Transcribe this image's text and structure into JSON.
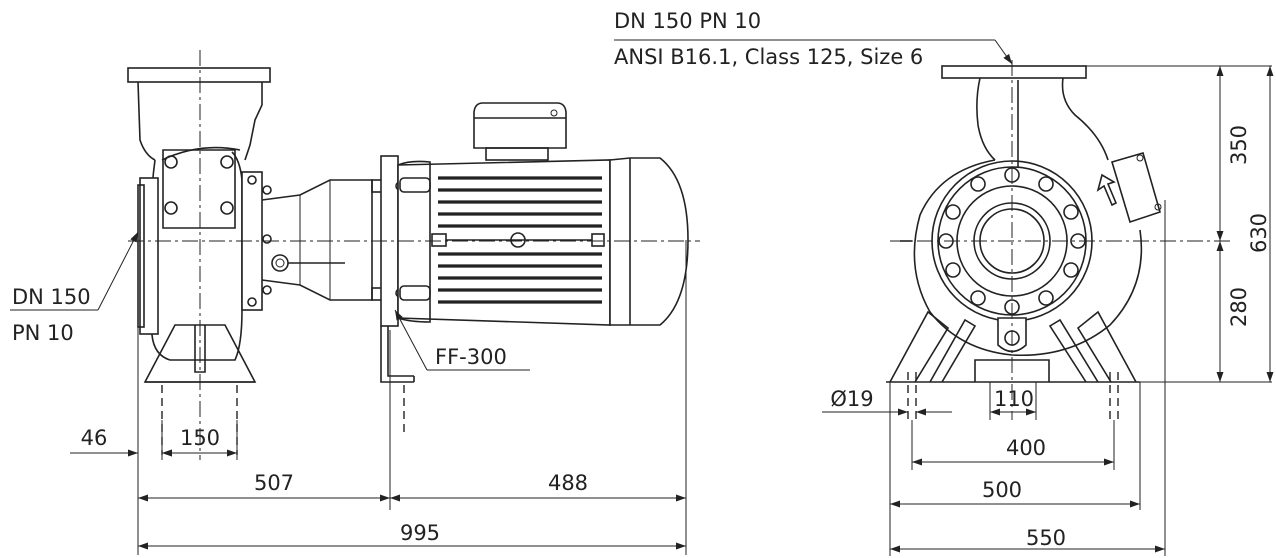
{
  "labels": {
    "top_flange_line1": "DN 150 PN 10",
    "top_flange_line2": "ANSI B16.1, Class 125, Size 6",
    "side_flange_line1": "DN 150",
    "side_flange_line2": "PN 10",
    "motor_flange": "FF-300"
  },
  "dimensions": {
    "d46": "46",
    "d150": "150",
    "d507": "507",
    "d488": "488",
    "d995": "995",
    "d350": "350",
    "d630": "630",
    "d280": "280",
    "d19": "Ø19",
    "d110": "110",
    "d400": "400",
    "d500": "500",
    "d550": "550"
  }
}
